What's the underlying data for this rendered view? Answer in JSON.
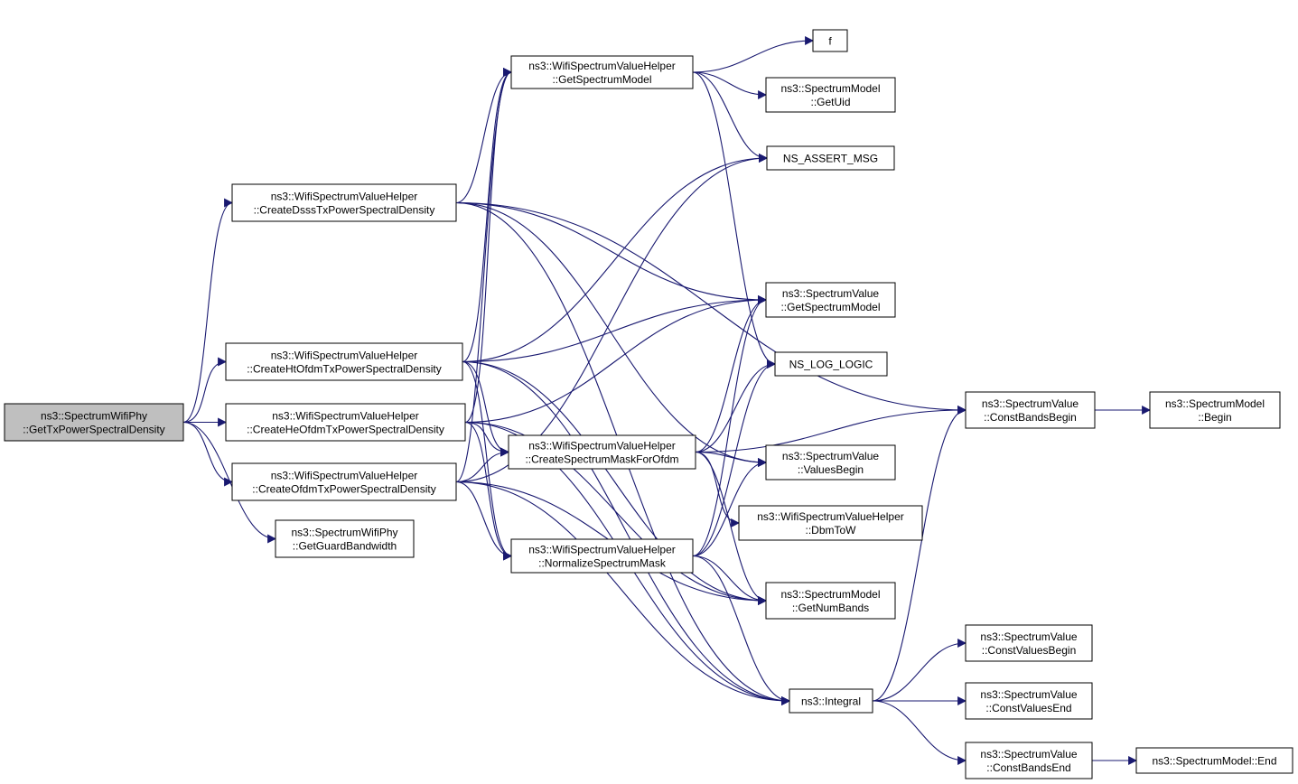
{
  "nodes": [
    {
      "id": "root",
      "lines": [
        "ns3::SpectrumWifiPhy",
        "::GetTxPowerSpectralDensity"
      ]
    },
    {
      "id": "dsss",
      "lines": [
        "ns3::WifiSpectrumValueHelper",
        "::CreateDsssTxPowerSpectralDensity"
      ]
    },
    {
      "id": "ht",
      "lines": [
        "ns3::WifiSpectrumValueHelper",
        "::CreateHtOfdmTxPowerSpectralDensity"
      ]
    },
    {
      "id": "he",
      "lines": [
        "ns3::WifiSpectrumValueHelper",
        "::CreateHeOfdmTxPowerSpectralDensity"
      ]
    },
    {
      "id": "ofdm",
      "lines": [
        "ns3::WifiSpectrumValueHelper",
        "::CreateOfdmTxPowerSpectralDensity"
      ]
    },
    {
      "id": "guard",
      "lines": [
        "ns3::SpectrumWifiPhy",
        "::GetGuardBandwidth"
      ]
    },
    {
      "id": "getsm",
      "lines": [
        "ns3::WifiSpectrumValueHelper",
        "::GetSpectrumModel"
      ]
    },
    {
      "id": "mask",
      "lines": [
        "ns3::WifiSpectrumValueHelper",
        "::CreateSpectrumMaskForOfdm"
      ]
    },
    {
      "id": "norm",
      "lines": [
        "ns3::WifiSpectrumValueHelper",
        "::NormalizeSpectrumMask"
      ]
    },
    {
      "id": "f",
      "lines": [
        "f"
      ]
    },
    {
      "id": "getuid",
      "lines": [
        "ns3::SpectrumModel",
        "::GetUid"
      ]
    },
    {
      "id": "assert",
      "lines": [
        "NS_ASSERT_MSG"
      ]
    },
    {
      "id": "svgetsm",
      "lines": [
        "ns3::SpectrumValue",
        "::GetSpectrumModel"
      ]
    },
    {
      "id": "log",
      "lines": [
        "NS_LOG_LOGIC"
      ]
    },
    {
      "id": "valbegin",
      "lines": [
        "ns3::SpectrumValue",
        "::ValuesBegin"
      ]
    },
    {
      "id": "dbm",
      "lines": [
        "ns3::WifiSpectrumValueHelper",
        "::DbmToW"
      ]
    },
    {
      "id": "numbands",
      "lines": [
        "ns3::SpectrumModel",
        "::GetNumBands"
      ]
    },
    {
      "id": "integral",
      "lines": [
        "ns3::Integral"
      ]
    },
    {
      "id": "cbbegin",
      "lines": [
        "ns3::SpectrumValue",
        "::ConstBandsBegin"
      ]
    },
    {
      "id": "smbegin",
      "lines": [
        "ns3::SpectrumModel",
        "::Begin"
      ]
    },
    {
      "id": "cvbegin",
      "lines": [
        "ns3::SpectrumValue",
        "::ConstValuesBegin"
      ]
    },
    {
      "id": "cvend",
      "lines": [
        "ns3::SpectrumValue",
        "::ConstValuesEnd"
      ]
    },
    {
      "id": "cbend",
      "lines": [
        "ns3::SpectrumValue",
        "::ConstBandsEnd"
      ]
    },
    {
      "id": "smend",
      "lines": [
        "ns3::SpectrumModel::End"
      ]
    }
  ],
  "edges": [
    [
      "root",
      "dsss"
    ],
    [
      "root",
      "ht"
    ],
    [
      "root",
      "he"
    ],
    [
      "root",
      "ofdm"
    ],
    [
      "root",
      "guard"
    ],
    [
      "dsss",
      "getsm"
    ],
    [
      "dsss",
      "svgetsm"
    ],
    [
      "dsss",
      "valbegin"
    ],
    [
      "dsss",
      "cbbegin"
    ],
    [
      "dsss",
      "integral"
    ],
    [
      "ht",
      "getsm"
    ],
    [
      "ht",
      "assert"
    ],
    [
      "ht",
      "svgetsm"
    ],
    [
      "ht",
      "mask"
    ],
    [
      "ht",
      "norm"
    ],
    [
      "ht",
      "numbands"
    ],
    [
      "ht",
      "integral"
    ],
    [
      "he",
      "getsm"
    ],
    [
      "he",
      "svgetsm"
    ],
    [
      "he",
      "mask"
    ],
    [
      "he",
      "norm"
    ],
    [
      "he",
      "numbands"
    ],
    [
      "he",
      "integral"
    ],
    [
      "ofdm",
      "getsm"
    ],
    [
      "ofdm",
      "assert"
    ],
    [
      "ofdm",
      "mask"
    ],
    [
      "ofdm",
      "norm"
    ],
    [
      "ofdm",
      "numbands"
    ],
    [
      "ofdm",
      "integral"
    ],
    [
      "getsm",
      "f"
    ],
    [
      "getsm",
      "getuid"
    ],
    [
      "getsm",
      "assert"
    ],
    [
      "getsm",
      "log"
    ],
    [
      "mask",
      "cbbegin"
    ],
    [
      "mask",
      "valbegin"
    ],
    [
      "mask",
      "dbm"
    ],
    [
      "mask",
      "svgetsm"
    ],
    [
      "mask",
      "log"
    ],
    [
      "mask",
      "numbands"
    ],
    [
      "norm",
      "svgetsm"
    ],
    [
      "norm",
      "valbegin"
    ],
    [
      "norm",
      "log"
    ],
    [
      "norm",
      "numbands"
    ],
    [
      "norm",
      "integral"
    ],
    [
      "integral",
      "cbbegin"
    ],
    [
      "integral",
      "cvbegin"
    ],
    [
      "integral",
      "cvend"
    ],
    [
      "integral",
      "cbend"
    ],
    [
      "cbbegin",
      "smbegin"
    ],
    [
      "cbend",
      "smend"
    ]
  ]
}
